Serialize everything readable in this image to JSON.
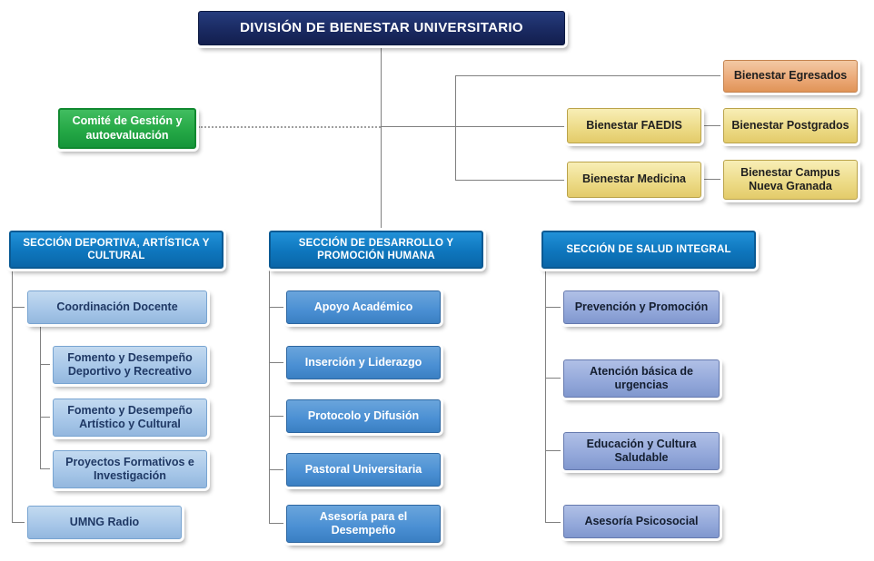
{
  "root": {
    "label": "DIVISIÓN DE BIENESTAR UNIVERSITARIO"
  },
  "committee": {
    "label": "Comité de Gestión y autoevaluación"
  },
  "wellness_units": {
    "egresados": "Bienestar Egresados",
    "faedis": "Bienestar FAEDIS",
    "postgrados": "Bienestar Postgrados",
    "medicina": "Bienestar Medicina",
    "campus_nueva_granada": "Bienestar Campus Nueva Granada"
  },
  "sections": [
    {
      "label": "SECCIÓN DEPORTIVA, ARTÍSTICA Y CULTURAL",
      "items": [
        {
          "label": "Coordinación Docente",
          "children": [
            {
              "label": "Fomento y Desempeño Deportivo y Recreativo"
            },
            {
              "label": "Fomento y Desempeño Artístico y Cultural"
            },
            {
              "label": "Proyectos Formativos e Investigación"
            }
          ]
        },
        {
          "label": "UMNG Radio"
        }
      ]
    },
    {
      "label": "SECCIÓN DE DESARROLLO Y PROMOCIÓN HUMANA",
      "items": [
        {
          "label": "Apoyo Académico"
        },
        {
          "label": "Inserción y Liderazgo"
        },
        {
          "label": "Protocolo y Difusión"
        },
        {
          "label": "Pastoral Universitaria"
        },
        {
          "label": "Asesoría para el Desempeño"
        }
      ]
    },
    {
      "label": "SECCIÓN DE SALUD INTEGRAL",
      "items": [
        {
          "label": "Prevención y Promoción"
        },
        {
          "label": "Atención básica de urgencias"
        },
        {
          "label": "Educación y Cultura Saludable"
        },
        {
          "label": "Asesoría Psicosocial"
        }
      ]
    }
  ],
  "colors": {
    "root_navy": "#1a2a62",
    "committee_green": "#25a846",
    "egresados_orange": "#eba876",
    "wellness_yellow": "#ecda85",
    "section_header_blue": "#0e76bd",
    "item_light_blue": "#a6c6e8",
    "item_medium_blue": "#4a8fd3",
    "item_periwinkle": "#93a8da",
    "connector_gray": "#808080",
    "background": "#ffffff"
  }
}
